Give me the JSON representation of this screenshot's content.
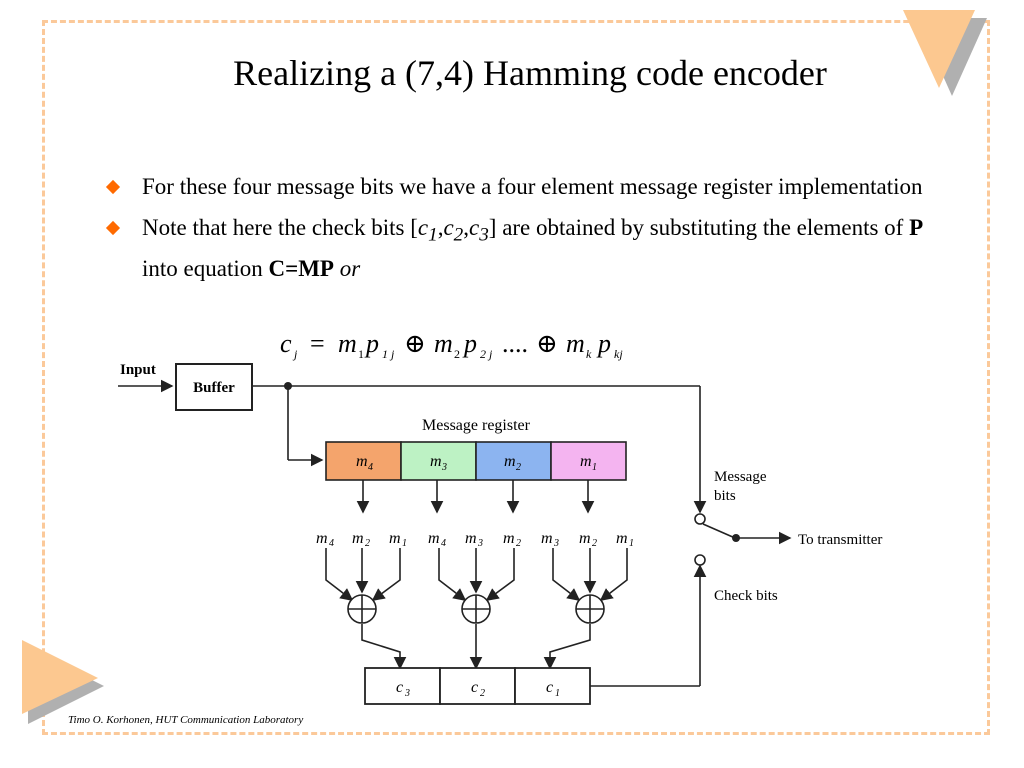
{
  "slide": {
    "title": "Realizing a (7,4) Hamming code encoder",
    "bullets": [
      {
        "text": "For these four message bits we have a four element message register implementation"
      },
      {
        "pre": "Note that here the check bits [",
        "c1": "c",
        "c1_sub": "1",
        "c2": "c",
        "c2_sub": "2",
        "c3": "c",
        "c3_sub": "3",
        "mid": "] are obtained by substituting the elements of ",
        "P": "P",
        "into": " into equation ",
        "CMP": "C=MP",
        "or": " or"
      }
    ],
    "equation": {
      "c": "c",
      "c_sub": "j",
      "eq": "=",
      "m1": "m",
      "m1_sub": "1",
      "p1": "p",
      "p1_sub": "1 j",
      "xor1": "⊕",
      "m2": "m",
      "m2_sub": "2",
      "p2": "p",
      "p2_sub": "2 j",
      "dots": "....",
      "xor2": "⊕",
      "mk": "m",
      "mk_sub": "k",
      "pk": "p",
      "pk_sub": "kj"
    },
    "footer": "Timo O. Korhonen, HUT Communication Laboratory"
  },
  "diagram": {
    "input": "Input",
    "buffer": "Buffer",
    "message_register": "Message register",
    "register_cells": [
      {
        "m": "m",
        "sub": "4",
        "color": "#f4a46c"
      },
      {
        "m": "m",
        "sub": "3",
        "color": "#bdf2c4"
      },
      {
        "m": "m",
        "sub": "2",
        "color": "#8cb4f0"
      },
      {
        "m": "m",
        "sub": "1",
        "color": "#f4b4f0"
      }
    ],
    "taps": [
      [
        {
          "m": "m",
          "sub": "4"
        },
        {
          "m": "m",
          "sub": "2"
        },
        {
          "m": "m",
          "sub": "1"
        }
      ],
      [
        {
          "m": "m",
          "sub": "4"
        },
        {
          "m": "m",
          "sub": "3"
        },
        {
          "m": "m",
          "sub": "2"
        }
      ],
      [
        {
          "m": "m",
          "sub": "3"
        },
        {
          "m": "m",
          "sub": "2"
        },
        {
          "m": "m",
          "sub": "1"
        }
      ]
    ],
    "check_cells": [
      {
        "c": "c",
        "sub": "3"
      },
      {
        "c": "c",
        "sub": "2"
      },
      {
        "c": "c",
        "sub": "1"
      }
    ],
    "message_bits": [
      "Message",
      "bits"
    ],
    "to_transmitter": "To transmitter",
    "check_bits": "Check bits"
  },
  "colors": {
    "accent": "#ff6a00",
    "frame": "#fbc99a",
    "triangle": "#fcc890",
    "shadow": "#b0b0b0"
  }
}
